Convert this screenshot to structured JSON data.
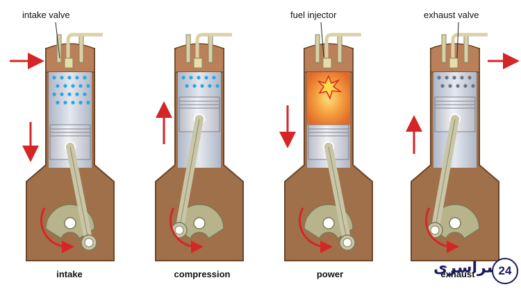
{
  "callouts": {
    "intake_valve": "intake valve",
    "fuel_injector": "fuel injector",
    "exhaust_valve": "exhaust valve"
  },
  "stages": [
    {
      "label": "intake",
      "gas": "intake",
      "piston": "down"
    },
    {
      "label": "compression",
      "gas": "compressed",
      "piston": "up"
    },
    {
      "label": "power",
      "gas": "ignition",
      "piston": "down"
    },
    {
      "label": "exhaust",
      "gas": "exhaust",
      "piston": "up"
    }
  ],
  "watermark": {
    "word": "سراسری",
    "number": "24"
  },
  "colors": {
    "casing": "#a0704a",
    "casing_stroke": "#6b4426",
    "cylinder": "#c9d0dc",
    "piston": "#d8dbe2",
    "rod": "#c9c6a8",
    "arrow": "#d42626",
    "intake_dots": "#2aa6e0",
    "exhaust_dots": "#6a7280",
    "ignition": "#f08a3a"
  }
}
